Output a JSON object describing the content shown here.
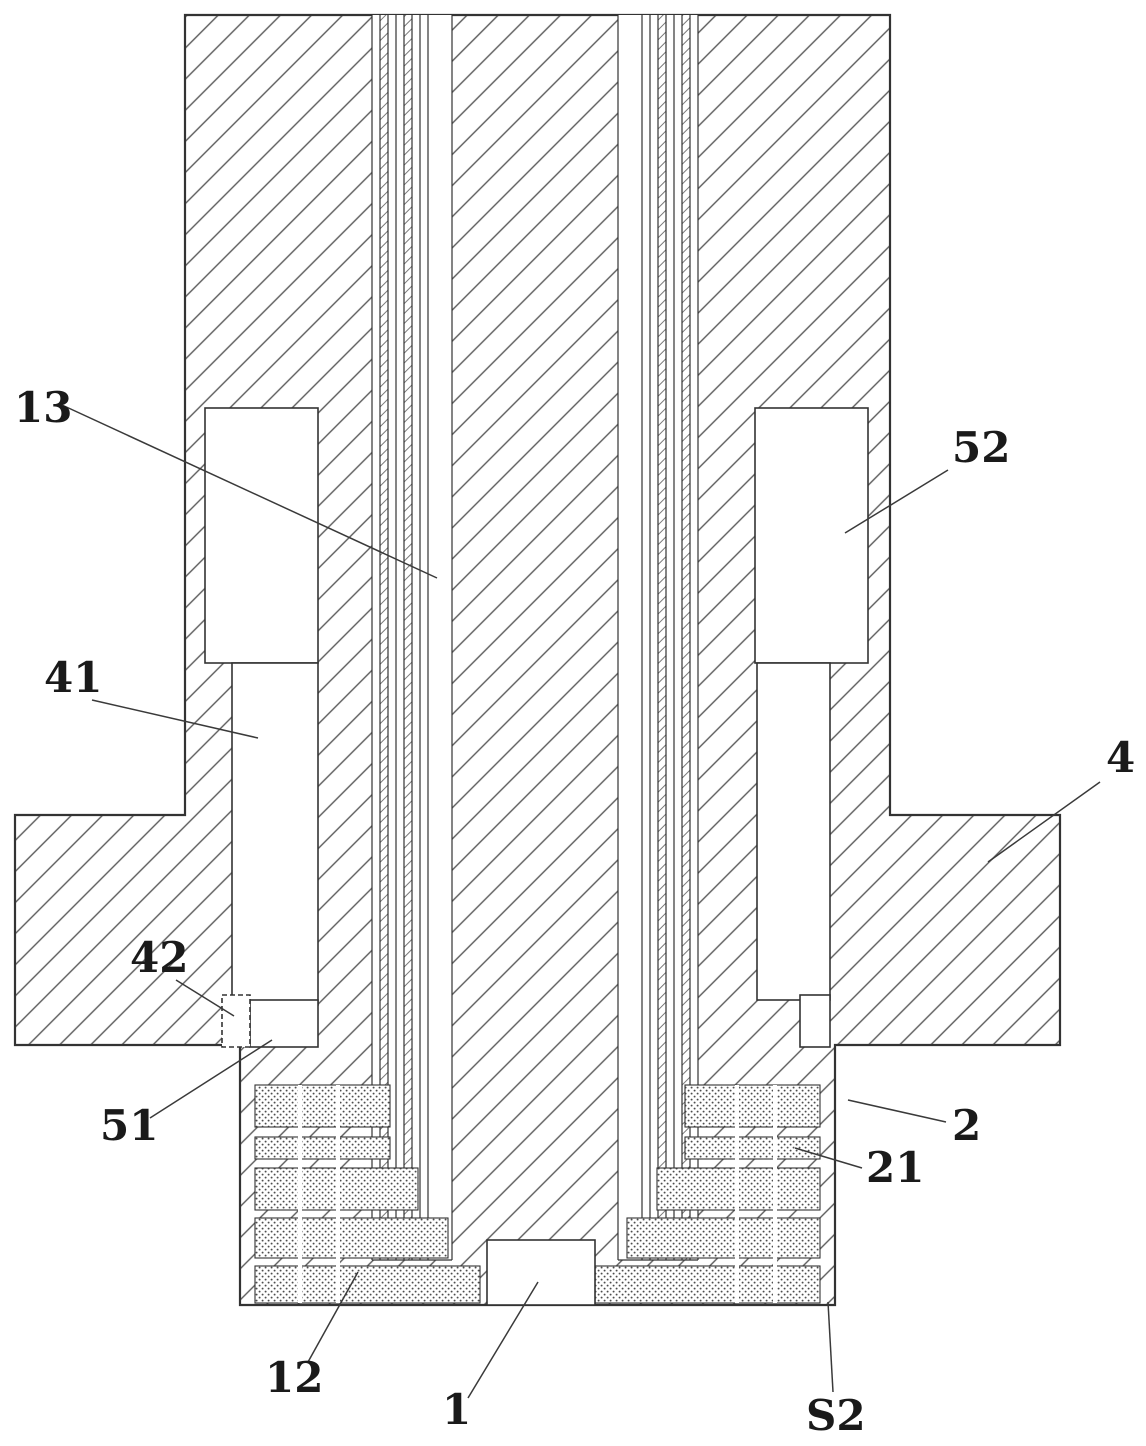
{
  "labels": {
    "l13": "13",
    "l52": "52",
    "l41": "41",
    "l4": "4",
    "l42": "42",
    "l51": "51",
    "l2": "2",
    "l21": "21",
    "l12": "12",
    "l1": "1",
    "ls2": "S2"
  },
  "colors": {
    "line": "#333333",
    "hatch": "#5a5a5a",
    "label_text": "#1a1a1a",
    "background": "#ffffff"
  }
}
